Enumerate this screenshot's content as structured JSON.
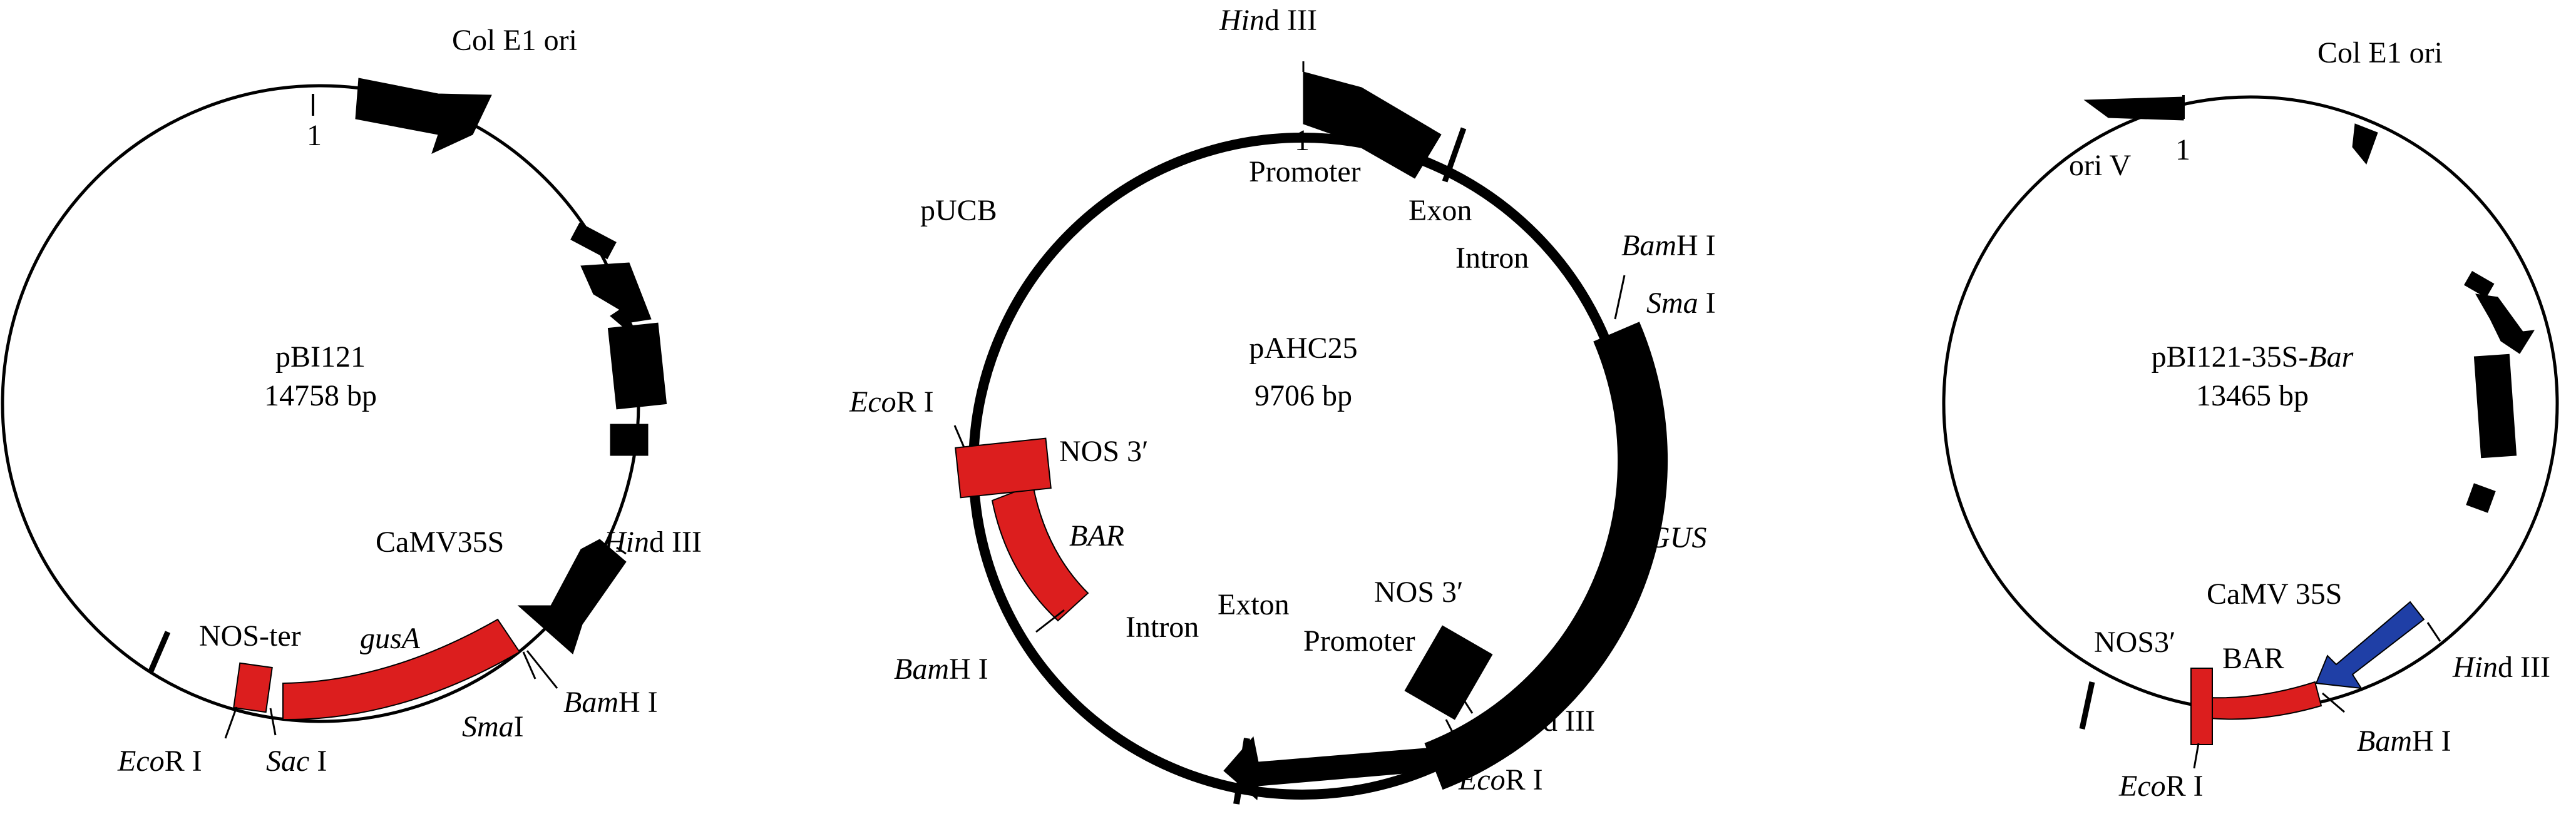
{
  "colors": {
    "red_feature": "#dc1e1e",
    "blue_feature": "#1f3fa6",
    "black_feature": "#000000"
  },
  "plasmid1": {
    "name": "pBI121",
    "size": "14758 bp",
    "ori": "Col E1 ori",
    "start": "1",
    "promoter": "CaMV35S",
    "terminator": "NOS-ter",
    "gene": "gusA",
    "hind_a": "Hin",
    "hind_b": "d III",
    "bam_a": "Bam",
    "bam_b": "H I",
    "sma_a": "Sma",
    "sma_b": "I",
    "eco_a": "Eco",
    "eco_b": "R I",
    "sac_a": "Sac",
    "sac_b": " I"
  },
  "plasmid2": {
    "name": "pAHC25",
    "size": "9706 bp",
    "backbone": "pUCB",
    "start": "1",
    "hind_top_a": "Hin",
    "hind_top_b": "d III",
    "promoter_top": "Promoter",
    "exon_top": "Exon",
    "intron_top": "Intron",
    "bam_top_a": "Bam",
    "bam_top_b": "H I",
    "sma_a": "Sma",
    "sma_b": " I",
    "gus": "GUS",
    "nos_right": "NOS 3′",
    "hind_bottom_a": "Hin",
    "hind_bottom_b": "d III",
    "eco_bottom_a": "Eco",
    "eco_bottom_b": "R I",
    "promoter_bottom": "Promoter",
    "exon_bottom": "Exton",
    "intron_bottom": "Intron",
    "bam_left_a": "Bam",
    "bam_left_b": "H I",
    "bar": "BAR",
    "nos_left": "NOS 3′",
    "eco_left_a": "Eco",
    "eco_left_b": "R I"
  },
  "plasmid3": {
    "name_a": "pBI121-35S-",
    "name_b": "Bar",
    "size": "13465 bp",
    "ori": "Col E1 ori",
    "oriv": "ori V",
    "start": "1",
    "promoter": "CaMV 35S",
    "hind_a": "Hin",
    "hind_b": "d III",
    "bam_a": "Bam",
    "bam_b": "H I",
    "bar": "BAR",
    "nos": "NOS3′",
    "eco_a": "Eco",
    "eco_b": "R  I"
  }
}
